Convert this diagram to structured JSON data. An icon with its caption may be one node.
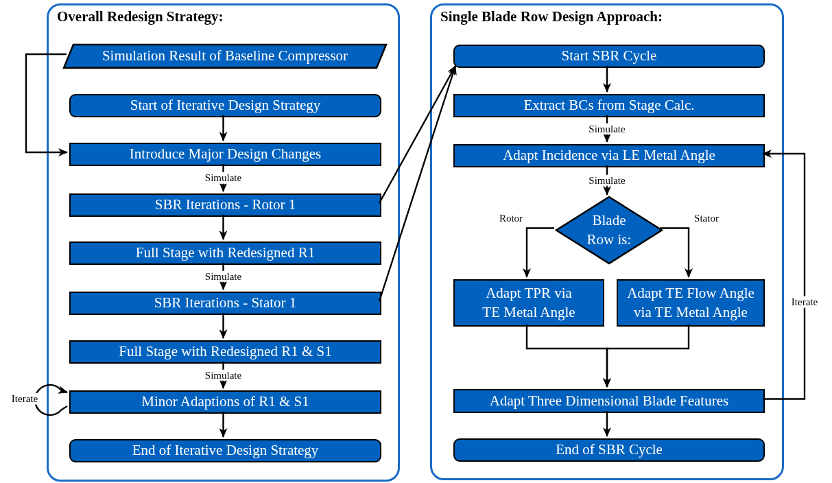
{
  "diagram": {
    "nodes": [
      {
        "text": [
          "Overall Redesign Strategy:"
        ]
      },
      {
        "text": [
          "Simulation Result of Baseline Compressor"
        ],
        "in": 0
      },
      {
        "text": [
          "Start of Iterative Design Strategy"
        ],
        "in": 0
      },
      {
        "text": [
          "Introduce Major Design Changes"
        ],
        "in": 0
      },
      {
        "text": [
          "SBR Iterations - Rotor 1"
        ],
        "in": 0
      },
      {
        "text": [
          "Full Stage with Redesigned R1"
        ],
        "in": 0
      },
      {
        "text": [
          "SBR Iterations - Stator 1"
        ],
        "in": 0
      },
      {
        "text": [
          "Full Stage with Redesigned R1 & S1"
        ],
        "in": 0
      },
      {
        "text": [
          "Minor Adaptions of R1 & S1"
        ],
        "in": 0
      },
      {
        "text": [
          "End of Iterative Design Strategy"
        ],
        "in": 0
      },
      {
        "text": [
          "Single Blade Row Design Approach:"
        ]
      },
      {
        "text": [
          "Start SBR Cycle"
        ],
        "in": 10
      },
      {
        "text": [
          "Extract BCs from Stage Calc."
        ],
        "in": 10
      },
      {
        "text": [
          "Adapt Incidence via LE Metal Angle"
        ],
        "in": 10
      },
      {
        "text": [
          "Blade Row is:"
        ],
        "in": 10
      },
      {
        "text": [
          "Adapt TPR via TE Metal Angle"
        ],
        "in": 10
      },
      {
        "text": [
          "Adapt TE Flow Angle via TE Metal Angle"
        ],
        "in": 10
      },
      {
        "text": [
          "Adapt Three Dimensional Blade Features"
        ],
        "in": 10
      },
      {
        "text": [
          "End of SBR Cycle"
        ],
        "in": 10
      }
    ],
    "edges": [
      {
        "from": 1,
        "to": 3,
        "arrow": "to"
      },
      {
        "from": 2,
        "to": 3,
        "arrow": "to"
      },
      {
        "from": 3,
        "to": 4,
        "arrow": "to",
        "label": "Simulate"
      },
      {
        "from": 4,
        "to": 5,
        "arrow": "to"
      },
      {
        "from": 5,
        "to": 6,
        "arrow": "to",
        "label": "Simulate"
      },
      {
        "from": 6,
        "to": 7,
        "arrow": "to"
      },
      {
        "from": 7,
        "to": 8,
        "arrow": "to",
        "label": "Simulate"
      },
      {
        "from": 8,
        "to": 8,
        "arrow": "to",
        "label": "Iterate"
      },
      {
        "from": 8,
        "to": 9,
        "arrow": "to"
      },
      {
        "from": 4,
        "to": 11,
        "arrow": "to"
      },
      {
        "from": 6,
        "to": 11,
        "arrow": "to"
      },
      {
        "from": 11,
        "to": 12,
        "arrow": "to"
      },
      {
        "from": 12,
        "to": 13,
        "arrow": "to",
        "label": "Simulate"
      },
      {
        "from": 13,
        "to": 14,
        "arrow": "to",
        "label": "Simulate"
      },
      {
        "from": 14,
        "to": 15,
        "arrow": "to",
        "label": "Rotor"
      },
      {
        "from": 14,
        "to": 16,
        "arrow": "to",
        "label": "Stator"
      },
      {
        "from": 15,
        "to": 17,
        "arrow": "to"
      },
      {
        "from": 16,
        "to": 17,
        "arrow": "to"
      },
      {
        "from": 17,
        "to": 18,
        "arrow": "to"
      },
      {
        "from": 17,
        "to": 13,
        "arrow": "to",
        "label": "Iterate"
      }
    ]
  }
}
